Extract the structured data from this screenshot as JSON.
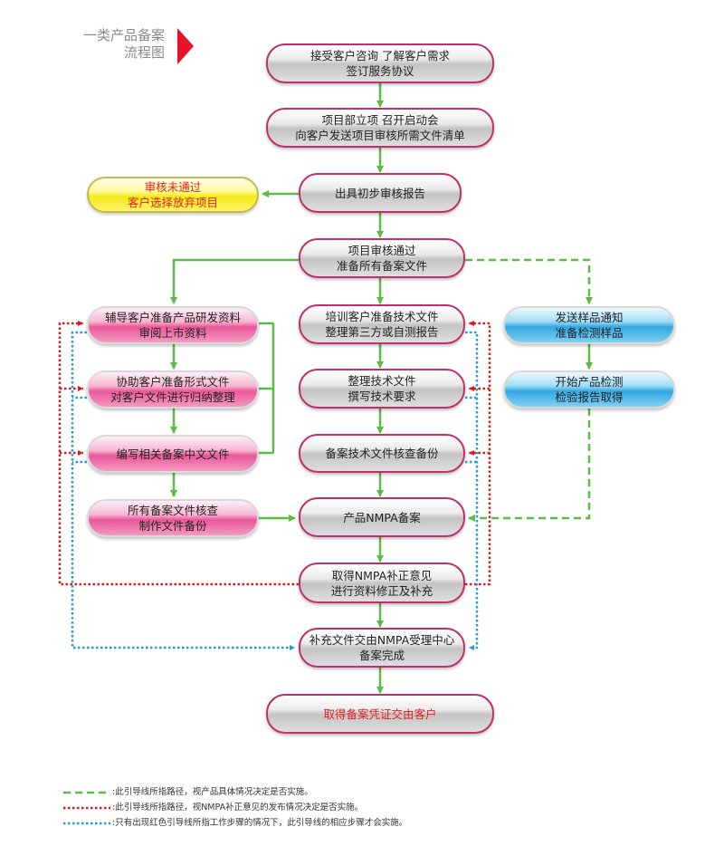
{
  "title": {
    "line1": "一类产品备案",
    "line2": "流程图"
  },
  "colors": {
    "green": "#5bbd45",
    "red": "#d91a1a",
    "blue": "#2a9ad8",
    "node_border": "#c0306a",
    "title_arrow": "#e8132b"
  },
  "nodes": {
    "n1": {
      "line1": "接受客户咨询 了解客户需求",
      "line2": "签订服务协议"
    },
    "n2": {
      "line1": "项目部立项 召开启动会",
      "line2": "向客户发送项目审核所需文件清单"
    },
    "n3": {
      "line1": "出具初步审核报告"
    },
    "reject": {
      "line1": "审核未通过",
      "line2": "客户选择放弃项目"
    },
    "n4": {
      "line1": "项目审核通过",
      "line2": "准备所有备案文件"
    },
    "c1": {
      "line1": "培训客户准备技术文件",
      "line2": "整理第三方或自测报告"
    },
    "c2": {
      "line1": "整理技术文件",
      "line2": "撰写技术要求"
    },
    "c3": {
      "line1": "备案技术文件核查备份"
    },
    "c4": {
      "line1": "产品NMPA备案"
    },
    "c5": {
      "line1": "取得NMPA补正意见",
      "line2": "进行资料修正及补充"
    },
    "c6": {
      "line1": "补充文件交由NMPA受理中心",
      "line2": "备案完成"
    },
    "c7": {
      "line1": "取得备案凭证交由客户"
    },
    "l1": {
      "line1": "辅导客户准备产品研发资料",
      "line2": "审阅上市资料"
    },
    "l2": {
      "line1": "协助客户准备形式文件",
      "line2": "对客户文件进行归纳整理"
    },
    "l3": {
      "line1": "编写相关备案中文文件"
    },
    "l4": {
      "line1": "所有备案文件核查",
      "line2": "制作文件备份"
    },
    "r1": {
      "line1": "发送样品通知",
      "line2": "准备检测样品"
    },
    "r2": {
      "line1": "开始产品检测",
      "line2": "检验报告取得"
    }
  },
  "legend": {
    "green": ":此引导线所指路径，视产品具体情况决定是否实施。",
    "red": ":此引导线所指路径，视NMPA补正意见的发布情况决定是否实施。",
    "blue": ":只有出现红色引导线所指工作步骤的情况下，此引导线的相应步骤才会实施。"
  }
}
